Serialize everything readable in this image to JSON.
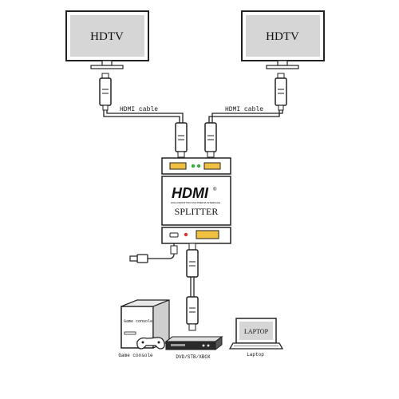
{
  "displays": {
    "left_label": "HDTV",
    "right_label": "HDTV"
  },
  "cables": {
    "left_label": "HDMI cable",
    "right_label": "HDMI cable"
  },
  "splitter": {
    "logo": "HDMI",
    "logo_tagline": "HIGH-DEFINITION MULTIMEDIA INTERFACE",
    "label": "SPLITTER"
  },
  "sources": {
    "console_device_text": "Game console",
    "console_caption": "Game console",
    "player_caption": "DVD/STB/XBOX",
    "laptop_screen_text": "LAPTOP",
    "laptop_caption": "Laptop"
  },
  "colors": {
    "screen_gray": "#d6d6d6",
    "led_green": "#35b035",
    "led_red": "#e03030",
    "hdmi_port_gold": "#f0c040"
  }
}
